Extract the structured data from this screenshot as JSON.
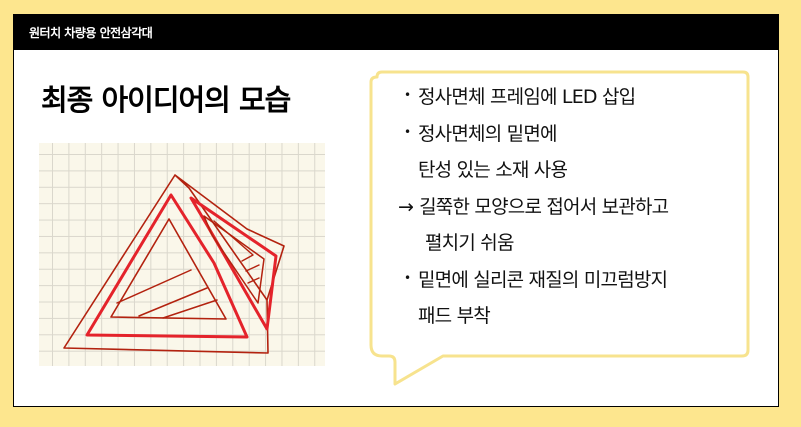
{
  "header": {
    "title": "원터치 차량용 안전삼각대"
  },
  "page": {
    "title": "최종 아이디어의 모습"
  },
  "sketch": {
    "alt": "hand-drawn tetrahedron frame sketch on grid paper",
    "stroke_dark": "#B3220F",
    "stroke_red": "#E4232B",
    "grid_bg": "#FAF7EA",
    "grid_line": "#DAD7CC"
  },
  "bubble": {
    "border_color": "#F7E38E",
    "lines": [
      {
        "bullet": "•",
        "text": "정사면체 프레임에 LED 삽입"
      },
      {
        "bullet": "•",
        "text": "정사면체의 밑면에"
      },
      {
        "bullet": "",
        "text": "탄성 있는 소재 사용"
      },
      {
        "bullet": "→",
        "text": "길쭉한 모양으로 접어서 보관하고"
      },
      {
        "bullet": "",
        "text": "펼치기 쉬움"
      },
      {
        "bullet": "•",
        "text": "밑면에 실리콘 재질의 미끄럼방지"
      },
      {
        "bullet": "",
        "text": "패드 부착"
      }
    ]
  },
  "colors": {
    "page_bg": "#FDE68E",
    "header_bg": "#000000",
    "card_bg": "#FFFFFF"
  }
}
